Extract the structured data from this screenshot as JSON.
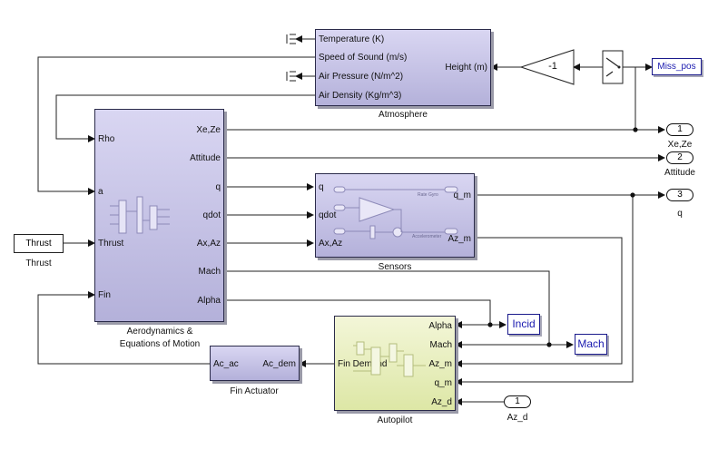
{
  "atmosphere": {
    "inputs": [
      "Temperature (K)",
      "Speed of Sound (m/s)",
      "Air Pressure (N/m^2)",
      "Air Density (Kg/m^3)"
    ],
    "output": "Height (m)",
    "caption": "Atmosphere"
  },
  "gain": {
    "label": "-1"
  },
  "miss_pos": {
    "label": "Miss_pos"
  },
  "aero": {
    "inputs": [
      "Rho",
      "a",
      "Thrust",
      "Fin"
    ],
    "outputs": [
      "Xe,Ze",
      "Attitude",
      "q",
      "qdot",
      "Ax,Az",
      "Mach",
      "Alpha"
    ],
    "caption_line1": "Aerodynamics &",
    "caption_line2": "Equations of Motion"
  },
  "thrust_const": {
    "value": "Thrust",
    "caption": "Thrust"
  },
  "sensors": {
    "inputs": [
      "q",
      "qdot",
      "Ax,Az"
    ],
    "outputs": [
      "q_m",
      "Az_m"
    ],
    "caption": "Sensors",
    "inner": {
      "rate_gyro": "Rate Gyro",
      "accelerometer": "Accelerometer"
    }
  },
  "outports": [
    {
      "num": "1",
      "label": "Xe,Ze"
    },
    {
      "num": "2",
      "label": "Attitude"
    },
    {
      "num": "3",
      "label": "q"
    }
  ],
  "incid": {
    "label": "Incid"
  },
  "mach_goto": {
    "label": "Mach"
  },
  "autopilot": {
    "inputs": [
      "Alpha",
      "Mach",
      "Az_m",
      "q_m",
      "Az_d"
    ],
    "output": "Fin Demand",
    "caption": "Autopilot"
  },
  "inport_azd": {
    "num": "1",
    "label": "Az_d"
  },
  "fin_actuator": {
    "input": "Ac_ac",
    "output": "Ac_dem",
    "caption": "Fin Actuator"
  }
}
